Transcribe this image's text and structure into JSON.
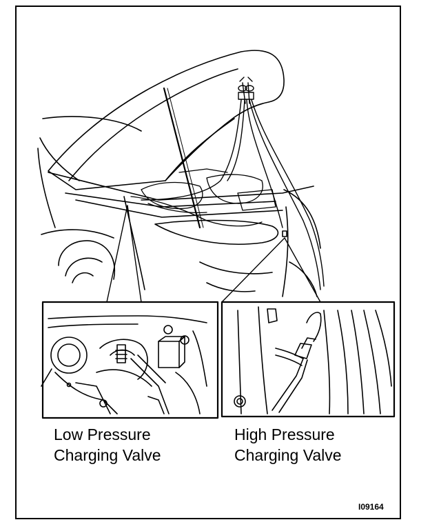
{
  "callouts": {
    "low": {
      "line1": "Low Pressure",
      "line2": "Charging Valve"
    },
    "high": {
      "line1": "High Pressure",
      "line2": "Charging Valve"
    }
  },
  "figure_id": "I09164"
}
